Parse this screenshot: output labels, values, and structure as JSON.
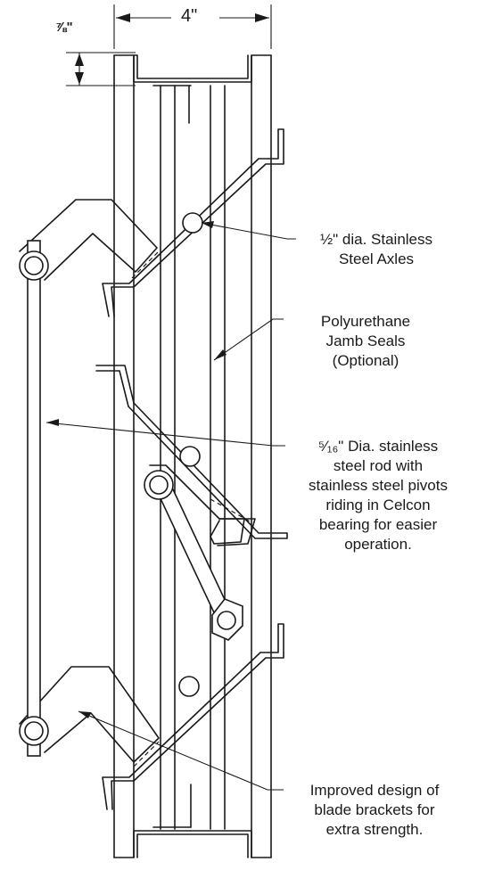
{
  "dimensions": {
    "width_label": "4\"",
    "flange_label": "⅞\""
  },
  "callouts": {
    "axles": [
      "½\" dia. Stainless",
      "Steel Axles"
    ],
    "jamb_seals": [
      "Polyurethane",
      "Jamb Seals",
      "(Optional)"
    ],
    "rod": [
      "⁵⁄₁₆\" Dia. stainless",
      "steel rod with",
      "stainless steel pivots",
      "riding in Celcon",
      "bearing for easier",
      "operation."
    ],
    "brackets": [
      "Improved design of",
      "blade brackets for",
      "extra strength."
    ]
  }
}
